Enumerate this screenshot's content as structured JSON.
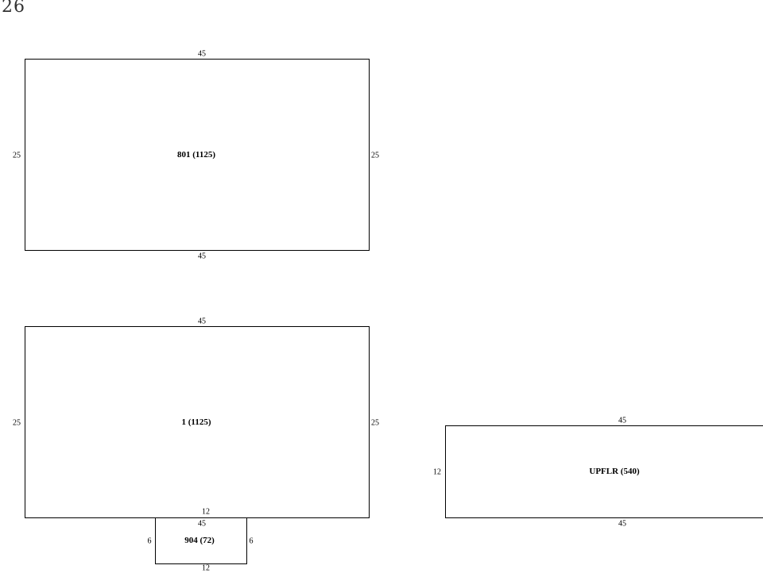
{
  "page_number": "26",
  "rooms": [
    {
      "label": "801 (1125)",
      "dims": {
        "top": "45",
        "bottom": "45",
        "left": "25",
        "right": "25"
      }
    },
    {
      "label": "1 (1125)",
      "dims": {
        "top": "45",
        "bottom": "12",
        "left": "25",
        "right": "25"
      }
    },
    {
      "label": "904 (72)",
      "dims": {
        "top": "45",
        "bottom": "12",
        "left": "6",
        "right": "6"
      }
    },
    {
      "label": "UPFLR (540)",
      "dims": {
        "top": "45",
        "bottom": "45",
        "left": "12"
      }
    }
  ]
}
